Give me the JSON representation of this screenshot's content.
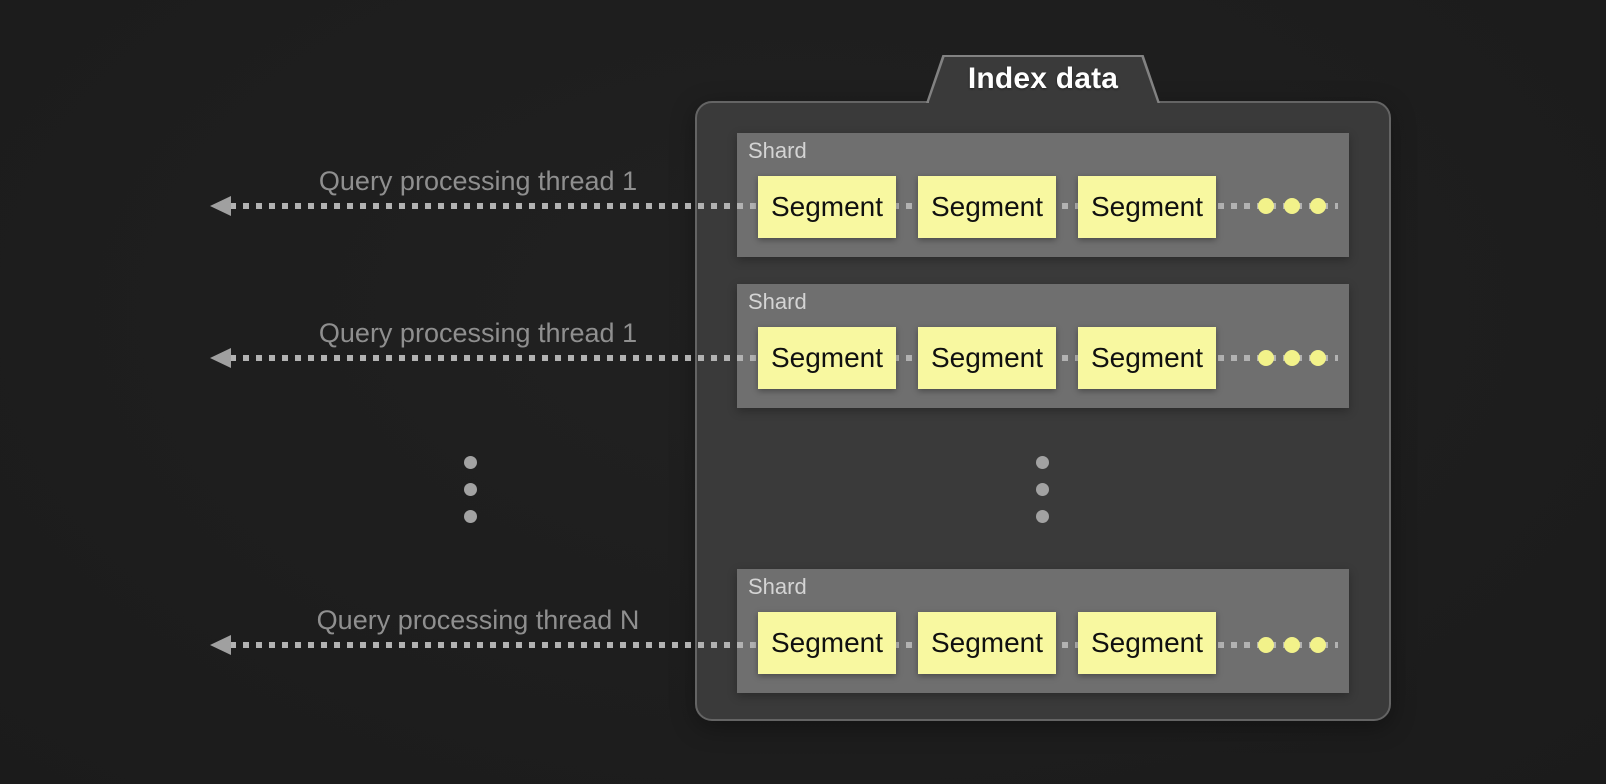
{
  "tab": {
    "label": "Index data"
  },
  "threads": [
    {
      "label": "Query processing thread 1"
    },
    {
      "label": "Query processing thread 1"
    },
    {
      "label": "Query processing thread N"
    }
  ],
  "shards": [
    {
      "label": "Shard",
      "segments": [
        "Segment",
        "Segment",
        "Segment"
      ]
    },
    {
      "label": "Shard",
      "segments": [
        "Segment",
        "Segment",
        "Segment"
      ]
    },
    {
      "label": "Shard",
      "segments": [
        "Segment",
        "Segment",
        "Segment"
      ]
    }
  ],
  "colors": {
    "background": "#1c1c1c",
    "container_fill": "#3a3a3a",
    "container_border": "#646464",
    "shard_fill": "#6f6f6f",
    "segment_fill": "#f8f8a0",
    "segment_text": "#101010",
    "segment_ellipsis_dot": "#f2f28a",
    "arrow_dash": "#b2b2b2",
    "arrowhead": "#a0a0a0",
    "thread_label_text": "#8f8f8f",
    "shard_label_text": "#d4d4d4",
    "tab_text": "#ffffff",
    "vertical_ellipsis_dot": "#a2a2a2"
  }
}
